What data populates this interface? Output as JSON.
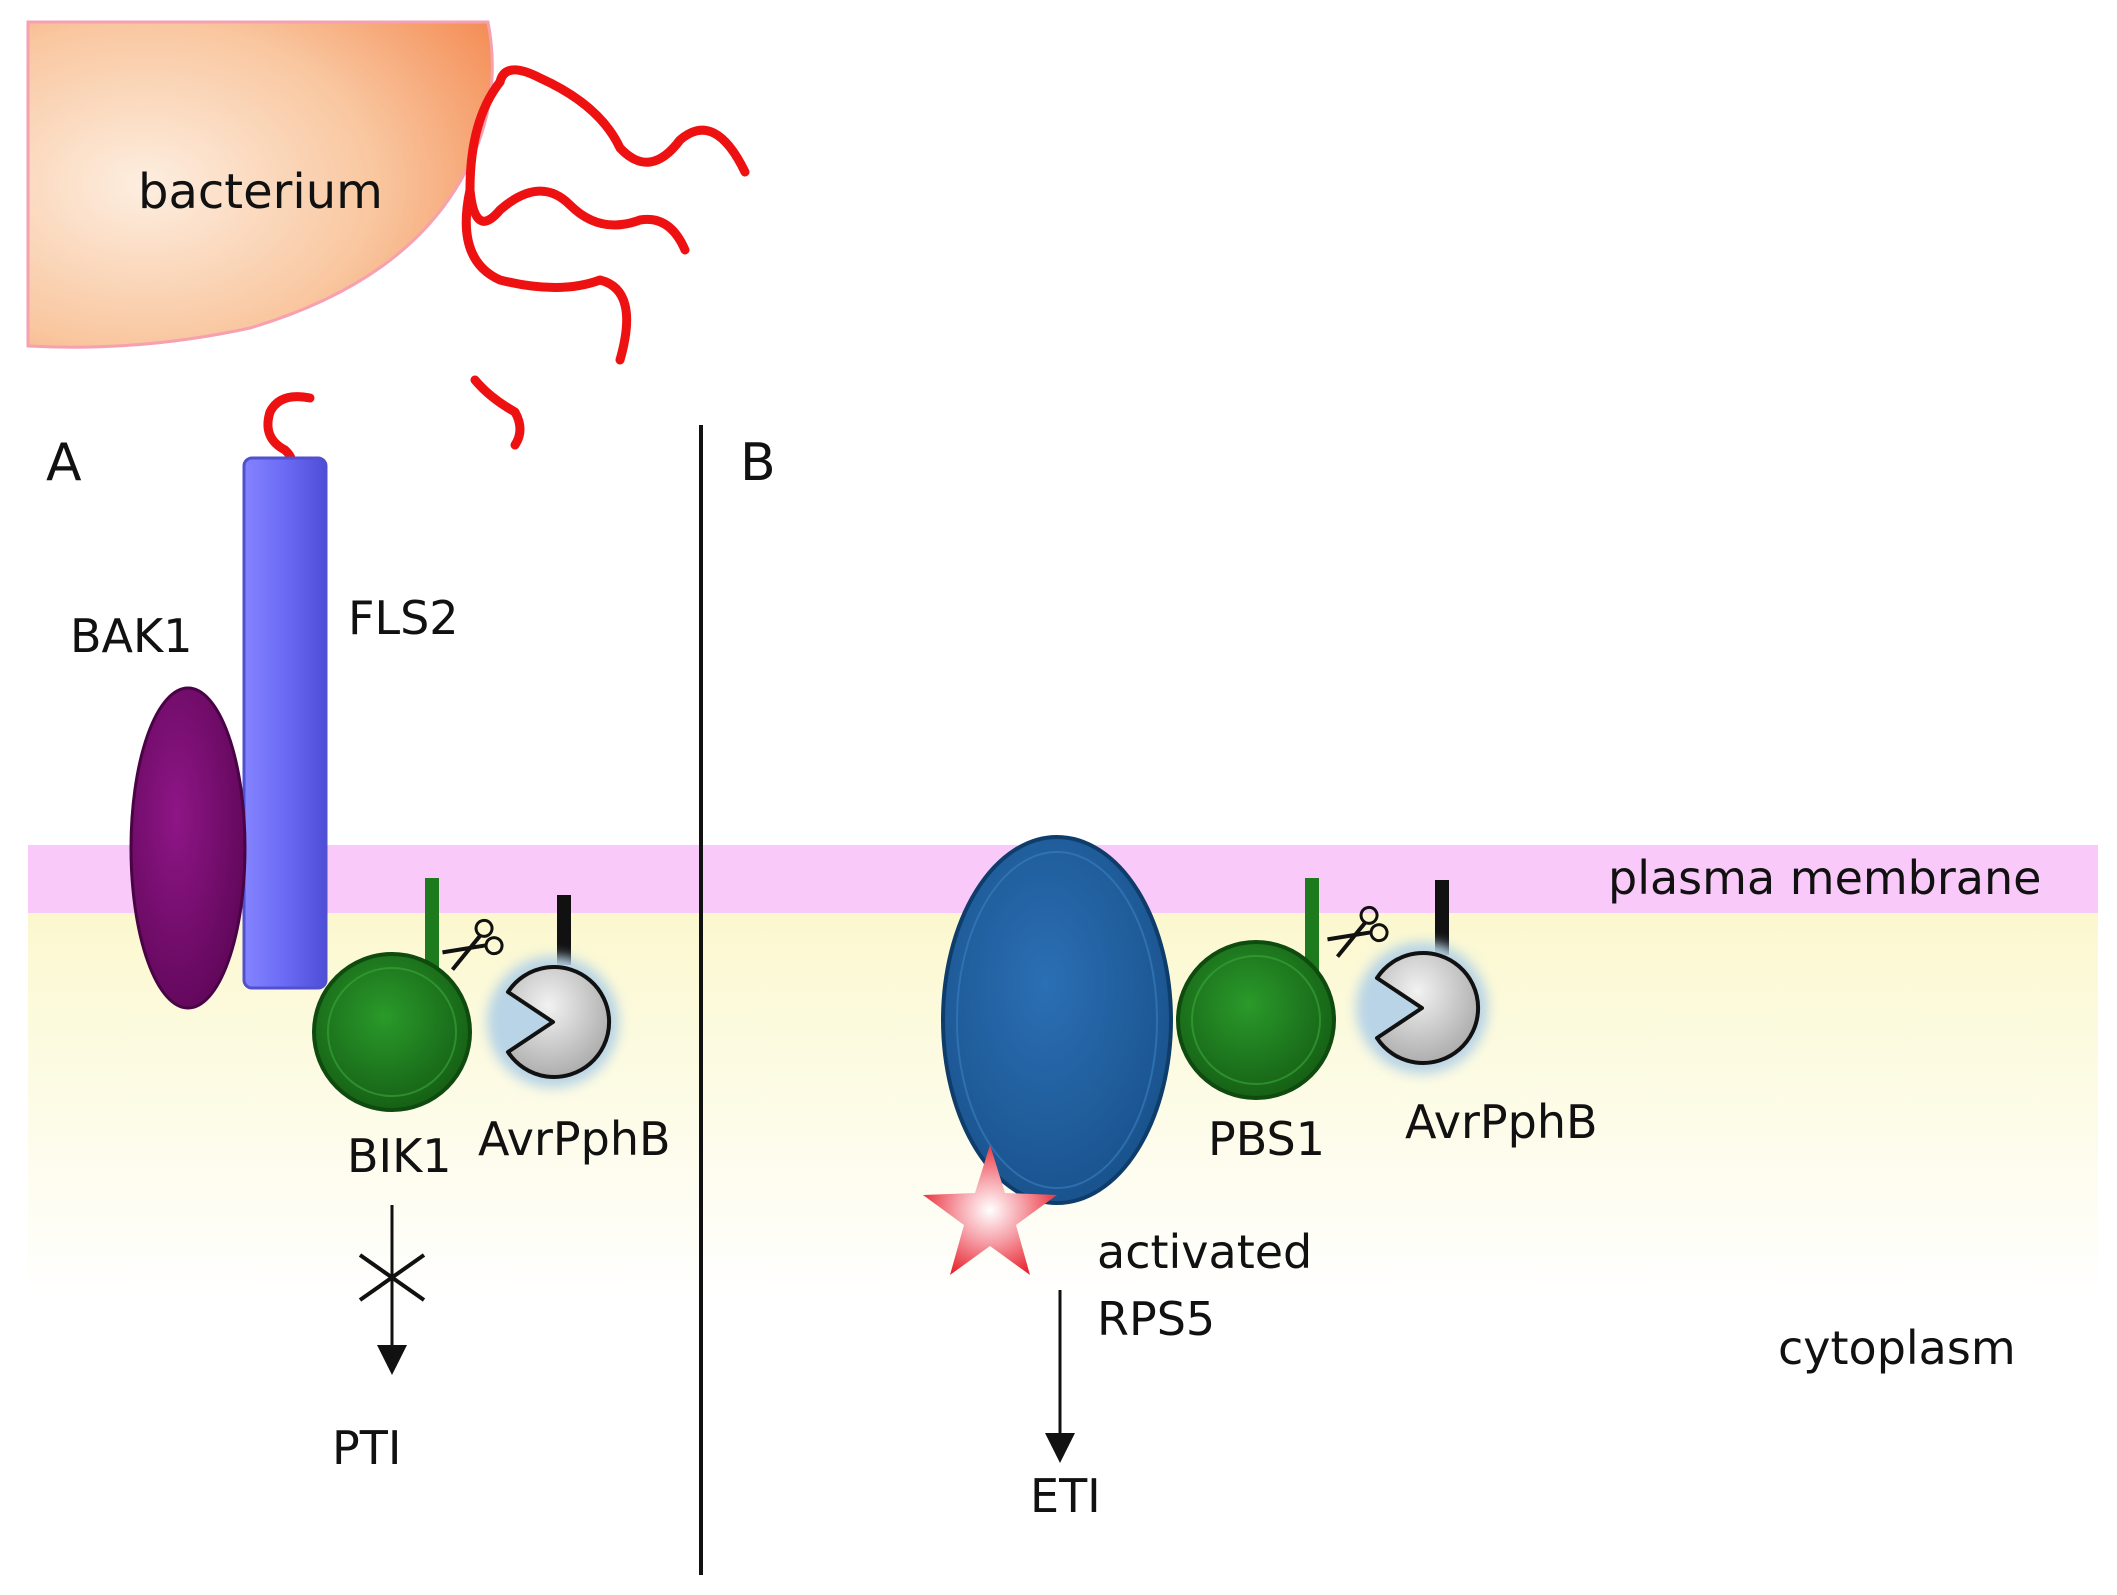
{
  "panels": {
    "a_label": "A",
    "b_label": "B"
  },
  "labels": {
    "bacterium": "bacterium",
    "bak1": "BAK1",
    "fls2": "FLS2",
    "bik1": "BIK1",
    "avrpphb_left": "AvrPphB",
    "pti": "PTI",
    "plasma_membrane": "plasma membrane",
    "pbs1": "PBS1",
    "avrpphb_right": "AvrPphB",
    "activated": "activated",
    "rps5": "RPS5",
    "eti": "ETI",
    "cytoplasm": "cytoplasm"
  },
  "icons": {
    "cleavage": "scissors-icon",
    "blocked": "blocked-x-icon",
    "activation": "star-icon"
  },
  "colors": {
    "membrane": "#f9c9f9",
    "cytoplasm_top": "#fbf9d4",
    "bacterium": "#f7a36e",
    "flagellin": "#ee1111",
    "fls2": "#6a6af5",
    "bak1": "#7b0c73",
    "bik1_pbs1": "#1d7a1d",
    "avrpphb": "#cfcfcf",
    "rps5": "#1e5fa0",
    "star": "#ee3340"
  }
}
